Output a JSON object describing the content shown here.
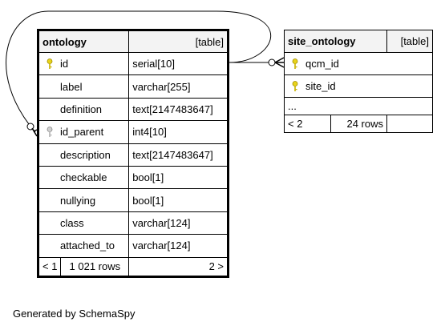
{
  "tables": {
    "ontology": {
      "name": "ontology",
      "type": "[table]",
      "columns": [
        {
          "name": "id",
          "type": "serial[10]",
          "key": "primary"
        },
        {
          "name": "label",
          "type": "varchar[255]",
          "key": "none"
        },
        {
          "name": "definition",
          "type": "text[2147483647]",
          "key": "none"
        },
        {
          "name": "id_parent",
          "type": "int4[10]",
          "key": "foreign"
        },
        {
          "name": "description",
          "type": "text[2147483647]",
          "key": "none"
        },
        {
          "name": "checkable",
          "type": "bool[1]",
          "key": "none"
        },
        {
          "name": "nullying",
          "type": "bool[1]",
          "key": "none"
        },
        {
          "name": "class",
          "type": "varchar[124]",
          "key": "none"
        },
        {
          "name": "attached_to",
          "type": "varchar[124]",
          "key": "none"
        }
      ],
      "footer": {
        "parents": "< 1",
        "rows": "1 021 rows",
        "children": "2 >"
      }
    },
    "site_ontology": {
      "name": "site_ontology",
      "type": "[table]",
      "columns": [
        {
          "name": "qcm_id",
          "type": "",
          "key": "primary"
        },
        {
          "name": "site_id",
          "type": "",
          "key": "primary"
        }
      ],
      "ellipsis": "...",
      "footer": {
        "parents": "< 2",
        "rows": "24 rows",
        "children": ""
      }
    }
  },
  "caption": "Generated by SchemaSpy",
  "colors": {
    "primary_key": "#e8d31a",
    "foreign_key": "#b0b0b0",
    "header_bg": "#f3f3f3"
  },
  "icons": {
    "primary_key": "key-icon",
    "foreign_key": "key-icon"
  }
}
